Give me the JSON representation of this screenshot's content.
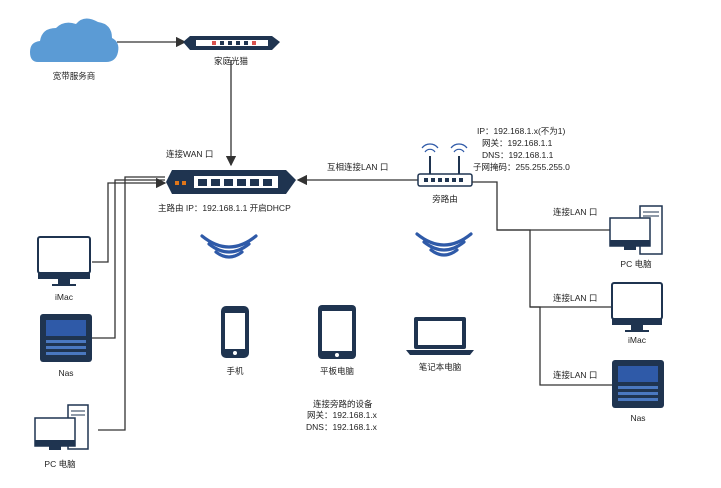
{
  "diagram": {
    "isp": {
      "label": "宽带服务商"
    },
    "modem": {
      "label": "家庭光猫"
    },
    "main_router": {
      "label": "主路由 IP：192.168.1.1 开启DHCP",
      "port_label": "连接WAN 口"
    },
    "mutual_link": {
      "label": "互相连接LAN 口"
    },
    "side_router": {
      "label": "旁路由",
      "info": {
        "ip": "IP：192.168.1.x(不为1)",
        "gateway": "网关：192.168.1.1",
        "dns": "DNS：192.168.1.1",
        "subnet": "子网掩码：255.255.255.0"
      }
    },
    "left_devices": {
      "imac": "iMac",
      "nas": "Nas",
      "pc": "PC 电脑"
    },
    "right_devices": {
      "pc": "PC 电脑",
      "pc_port": "连接LAN 口",
      "imac": "iMac",
      "imac_port": "连接LAN 口",
      "nas": "Nas",
      "nas_port": "连接LAN 口"
    },
    "wireless_devices": {
      "phone": "手机",
      "tablet": "平板电脑",
      "laptop": "笔记本电脑"
    },
    "side_route_devices": {
      "title": "连接旁路的设备",
      "gateway": "网关：192.168.1.x",
      "dns": "DNS：192.168.1.x"
    },
    "colors": {
      "cloud": "#5b9bd5",
      "wifi": "#2f5aa8",
      "device_dark": "#1f3450",
      "line": "#333333"
    }
  }
}
